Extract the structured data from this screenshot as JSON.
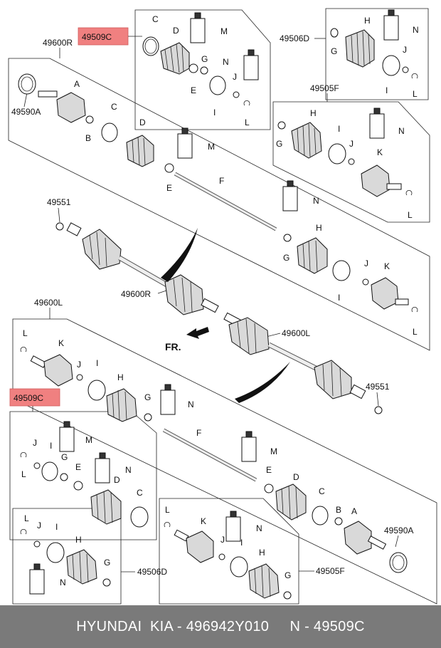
{
  "diagram": {
    "callouts": {
      "kit_c_upper": "49509C",
      "kit_c_lower": "49509C",
      "shaft_r_top": "49600R",
      "shaft_r_mid": "49600R",
      "shaft_l_top": "49600L",
      "shaft_l_mid": "49600L",
      "kit_d_upper": "49506D",
      "kit_d_lower": "49506D",
      "kit_f_upper": "49505F",
      "kit_f_lower": "49505F",
      "tone_ring_upper": "49590A",
      "tone_ring_lower": "49590A",
      "seal_upper": "49551",
      "seal_lower": "49551",
      "front": "FR."
    },
    "letters": {
      "a": "A",
      "b": "B",
      "c": "C",
      "d": "D",
      "e": "E",
      "f": "F",
      "g": "G",
      "h": "H",
      "i": "I",
      "j": "J",
      "k": "K",
      "l": "L",
      "m": "M",
      "n": "N"
    }
  },
  "footer": {
    "text": "HYUNDAI  KIA - 496942Y010     N - 49509C"
  }
}
